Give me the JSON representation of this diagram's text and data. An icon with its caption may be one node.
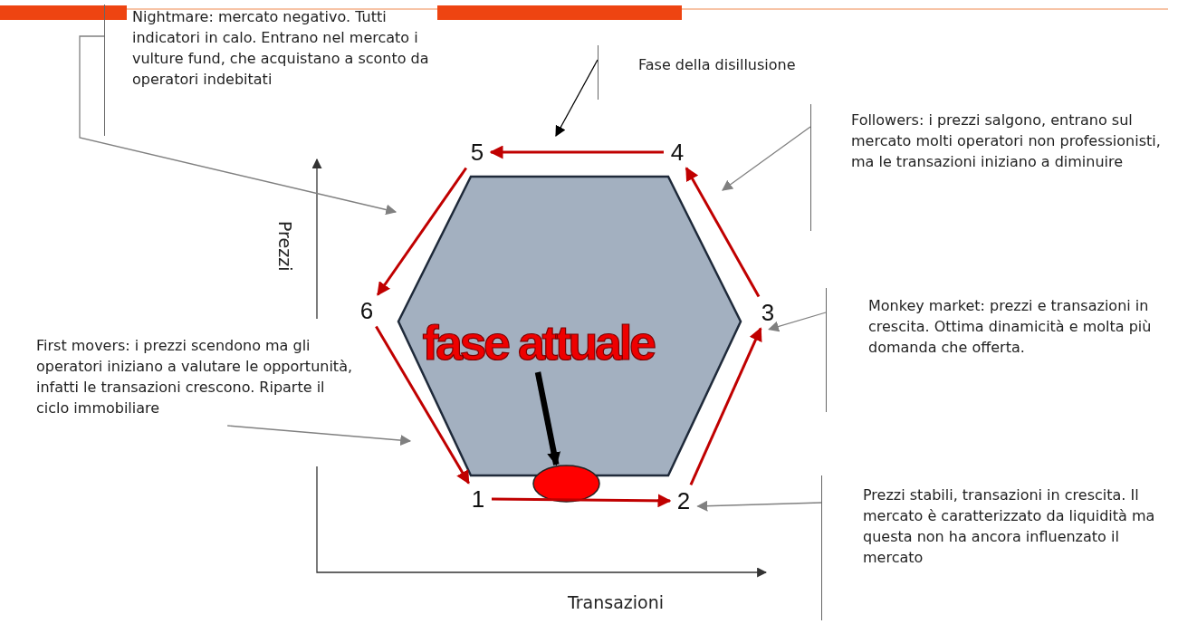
{
  "diagram": {
    "nodes": [
      {
        "text": [
          "Nightmare: mercato negativo. Tutti indicatori in calo. Entrano nel mercato i vulture fund, che acquistano a sconto da operatori indebitati"
        ]
      },
      {
        "text": [
          "Fase della disillusione"
        ]
      },
      {
        "text": [
          "Followers: i prezzi salgono, entrano sul mercato molti operatori non professionisti, ma le transazioni iniziano a diminuire"
        ]
      },
      {
        "text": [
          "5"
        ]
      },
      {
        "text": [
          "4"
        ]
      },
      {
        "text": [],
        "shape": "hexagon"
      },
      {
        "text": [
          "6"
        ]
      },
      {
        "text": [
          "3"
        ]
      },
      {
        "text": [
          "Monkey market: prezzi e transazioni in crescita. Ottima dinamicità e molta più domanda che offerta."
        ]
      },
      {
        "text": [
          "fase attuale"
        ],
        "in": 5
      },
      {
        "text": [
          "First movers: i prezzi scendono ma gli operatori iniziano a valutare le opportunità, infatti le transazioni crescono. Riparte il ciclo immobiliare"
        ]
      },
      {
        "text": [],
        "shape": "ellipse"
      },
      {
        "text": [
          "1"
        ]
      },
      {
        "text": [
          "2"
        ]
      },
      {
        "text": [
          "Prezzi stabili, transazioni in crescita. Il mercato è caratterizzato da liquidità ma questa non ha ancora influenzato il mercato"
        ]
      }
    ],
    "edges": [
      {
        "from": 12,
        "to": 13,
        "arrow": "to"
      },
      {
        "from": 13,
        "to": 7,
        "arrow": "to"
      },
      {
        "from": 7,
        "to": 4,
        "arrow": "to"
      },
      {
        "from": 4,
        "to": 3,
        "arrow": "to"
      },
      {
        "from": 3,
        "to": 6,
        "arrow": "to"
      },
      {
        "from": 6,
        "to": 12,
        "arrow": "to"
      },
      {
        "from": 0,
        "to": null,
        "arrow": "to",
        "color": "#808080"
      },
      {
        "from": 1,
        "to": null,
        "arrow": "to",
        "color": "#000000"
      },
      {
        "from": 2,
        "to": null,
        "arrow": "to",
        "color": "#808080"
      },
      {
        "from": 8,
        "to": 7,
        "arrow": "to",
        "color": "#808080"
      },
      {
        "from": 9,
        "to": 11,
        "arrow": "to",
        "color": "#000000",
        "style": "thick"
      },
      {
        "from": 10,
        "to": null,
        "arrow": "to",
        "color": "#808080"
      },
      {
        "from": 14,
        "to": 13,
        "arrow": "to",
        "color": "#808080"
      }
    ],
    "labels": [
      "Prezzi",
      "Transazioni"
    ]
  }
}
